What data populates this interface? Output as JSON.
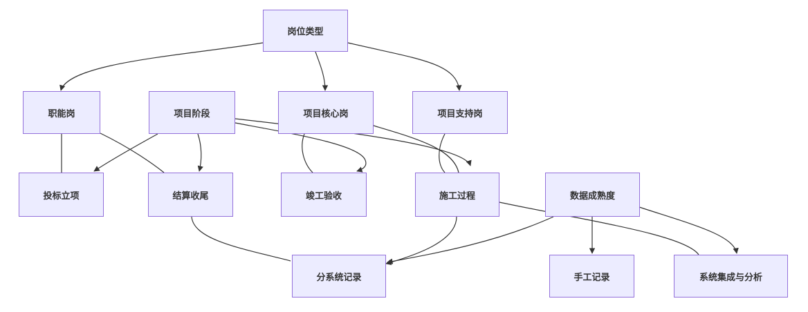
{
  "nodes": {
    "post_type": "岗位类型",
    "functional": "职能岗",
    "project_phase": "项目阶段",
    "project_core": "项目核心岗",
    "project_support": "项目支持岗",
    "bidding": "投标立项",
    "settlement": "结算收尾",
    "completion": "竣工验收",
    "construction": "施工过程",
    "data_maturity": "数据成熟度",
    "subsystem_record": "分系统记录",
    "manual_record": "手工记录",
    "system_integration": "系统集成与分析"
  },
  "colors": {
    "node_fill": "#ececff",
    "node_border": "#9370db",
    "edge": "#333333",
    "text": "#333333"
  }
}
